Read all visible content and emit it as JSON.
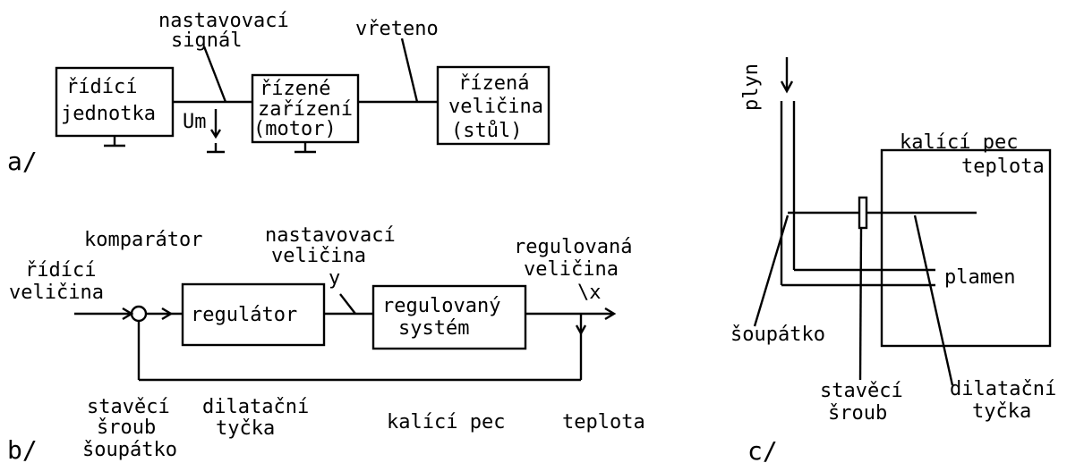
{
  "diagram_a": {
    "label": "a/",
    "box_control_unit": [
      "řídící",
      "jednotka"
    ],
    "box_controlled_device": [
      "řízené",
      "zařízení",
      "(motor)"
    ],
    "box_controlled_quantity": [
      "řízená",
      "veličina",
      "(stůl)"
    ],
    "signal_label": [
      "nastavovací",
      "signál"
    ],
    "spindle_label": "vřeteno",
    "voltage_label": "Um"
  },
  "diagram_b": {
    "label": "b/",
    "comparator": "komparátor",
    "reference_quantity": [
      "řídící",
      "veličina"
    ],
    "box_regulator": "regulátor",
    "manipulated_quantity": [
      "nastavovací",
      "veličina"
    ],
    "y_symbol": "y",
    "box_system": [
      "regulovaný",
      "systém"
    ],
    "controlled_quantity": [
      "regulovaná",
      "veličina"
    ],
    "x_symbol": "\\x",
    "bottom_row": {
      "col1": [
        "stavěcí",
        "šroub",
        "šoupátko"
      ],
      "col2": [
        "dilatační",
        "tyčka"
      ],
      "col3": "kalící pec",
      "col4": "teplota"
    }
  },
  "diagram_c": {
    "label": "c/",
    "gas": "plyn",
    "furnace": "kalící pec",
    "temperature": "teplota",
    "flame": "plamen",
    "slide_valve": "šoupátko",
    "adjusting_screw": [
      "stavěcí",
      "šroub"
    ],
    "dilatation_rod": [
      "dilatační",
      "tyčka"
    ]
  }
}
